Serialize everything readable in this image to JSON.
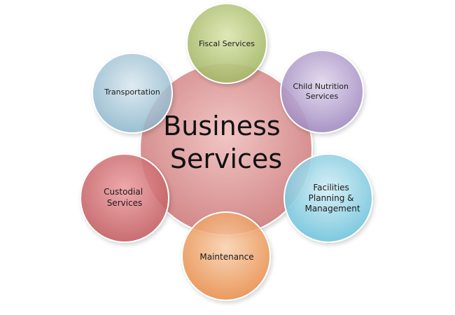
{
  "diagram": {
    "center": {
      "lines": [
        "Business",
        "Services"
      ],
      "fill": "#d98c8c"
    },
    "nodes": [
      {
        "id": "fiscal",
        "lines": [
          "Fiscal Services"
        ],
        "fill": "#b5c77a"
      },
      {
        "id": "child-nutrition",
        "lines": [
          "Child Nutrition",
          "Services"
        ],
        "fill": "#b7a4cf"
      },
      {
        "id": "facilities",
        "lines": [
          "Facilities",
          "Planning &",
          "Management"
        ],
        "fill": "#8fd3e6"
      },
      {
        "id": "maintenance",
        "lines": [
          "Maintenance"
        ],
        "fill": "#f1a66a"
      },
      {
        "id": "custodial",
        "lines": [
          "Custodial",
          "Services"
        ],
        "fill": "#cf6a6e"
      },
      {
        "id": "transportation",
        "lines": [
          "Transportation"
        ],
        "fill": "#9fc3d6"
      }
    ]
  }
}
